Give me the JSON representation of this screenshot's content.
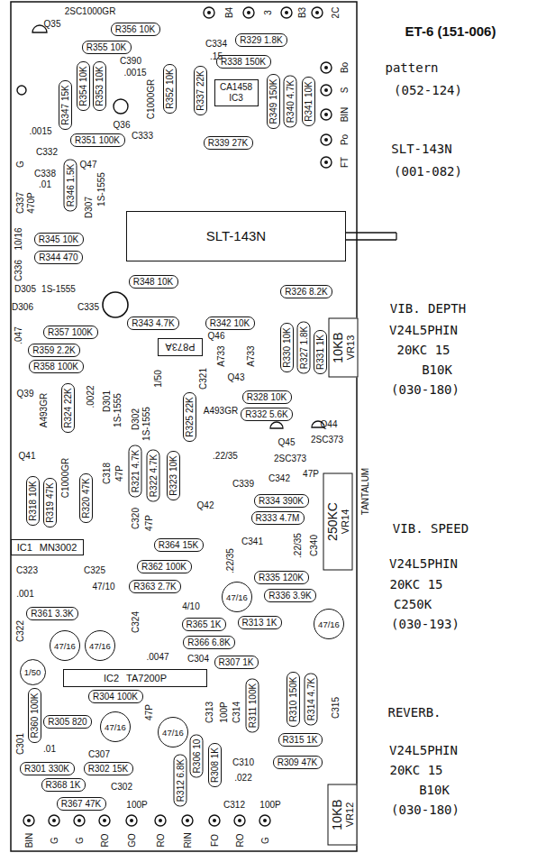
{
  "diagram": {
    "title": "ET-6 (151-006)",
    "nodes": [
      {
        "text": [
          "R356 10K"
        ]
      },
      {
        "text": [
          "R355 10K"
        ]
      },
      {
        "text": [
          "R329 1.8K"
        ]
      },
      {
        "text": [
          "R338 150K"
        ]
      },
      {
        "text": [
          "R354 10K"
        ]
      },
      {
        "text": [
          "R353 10K"
        ]
      },
      {
        "text": [
          "R352 10K"
        ]
      },
      {
        "text": [
          "R337 22K"
        ]
      },
      {
        "text": [
          "CA1458",
          "IC3"
        ]
      },
      {
        "text": [
          "R349 150K"
        ]
      },
      {
        "text": [
          "R340 4.7K"
        ]
      },
      {
        "text": [
          "R341 10K"
        ]
      },
      {
        "text": [
          "R347 15K"
        ]
      },
      {
        "text": [
          "R351 100K"
        ]
      },
      {
        "text": [
          "R339 27K"
        ]
      },
      {
        "text": [
          "R346 1.5K"
        ]
      },
      {
        "text": [
          "SLT-143N"
        ]
      },
      {
        "text": [
          "R345 10K"
        ]
      },
      {
        "text": [
          "R344 470"
        ]
      },
      {
        "text": [
          "R348 10K"
        ]
      },
      {
        "text": [
          "R326 8.2K"
        ]
      },
      {
        "text": [
          "R343 4.7K"
        ]
      },
      {
        "text": [
          "R342 10K"
        ]
      },
      {
        "text": [
          "R357 100K"
        ]
      },
      {
        "text": [
          "P873A"
        ]
      },
      {
        "text": [
          "R359 2.2K"
        ]
      },
      {
        "text": [
          "R330 10K"
        ]
      },
      {
        "text": [
          "R327 1.8K"
        ]
      },
      {
        "text": [
          "R331 1K"
        ]
      },
      {
        "text": [
          "10KB",
          "VR13"
        ]
      },
      {
        "text": [
          "R358 100K"
        ]
      },
      {
        "text": [
          "R328 10K"
        ]
      },
      {
        "text": [
          "R332 5.6K"
        ]
      },
      {
        "text": [
          "R324 22K"
        ]
      },
      {
        "text": [
          "R325 22K"
        ]
      },
      {
        "text": [
          "R321 4.7K"
        ]
      },
      {
        "text": [
          "R322 4.7K"
        ]
      },
      {
        "text": [
          "R323 10K"
        ]
      },
      {
        "text": [
          "R318 10K"
        ]
      },
      {
        "text": [
          "R319 47K"
        ]
      },
      {
        "text": [
          "R320 47K"
        ]
      },
      {
        "text": [
          "R334 390K"
        ]
      },
      {
        "text": [
          "R333 4.7M"
        ]
      },
      {
        "text": [
          "250KC",
          "VR14"
        ]
      },
      {
        "text": [
          "IC1",
          "MN3002"
        ]
      },
      {
        "text": [
          "R364 15K"
        ]
      },
      {
        "text": [
          "R362 100K"
        ]
      },
      {
        "text": [
          "R335 120K"
        ]
      },
      {
        "text": [
          "R363 2.7K"
        ]
      },
      {
        "text": [
          "R336 3.9K"
        ]
      },
      {
        "text": [
          "R361 3.3K"
        ]
      },
      {
        "text": [
          "R365 1K"
        ]
      },
      {
        "text": [
          "R313 1K"
        ]
      },
      {
        "text": [
          "R366 6.8K"
        ]
      },
      {
        "text": [
          "R307 1K"
        ]
      },
      {
        "text": [
          "IC2",
          "TA7200P"
        ]
      },
      {
        "text": [
          "R304 100K"
        ]
      },
      {
        "text": [
          "R311 100K"
        ]
      },
      {
        "text": [
          "R310 150K"
        ]
      },
      {
        "text": [
          "R314 4.7K"
        ]
      },
      {
        "text": [
          "R360 100K"
        ]
      },
      {
        "text": [
          "R305 820"
        ]
      },
      {
        "text": [
          "R315 1K"
        ]
      },
      {
        "text": [
          "R306 10"
        ]
      },
      {
        "text": [
          "R308 1K"
        ]
      },
      {
        "text": [
          "R309 47K"
        ]
      },
      {
        "text": [
          "R301 330K"
        ]
      },
      {
        "text": [
          "R302 15K"
        ]
      },
      {
        "text": [
          "R312 6.8K"
        ]
      },
      {
        "text": [
          "R368 1K"
        ]
      },
      {
        "text": [
          "R367 47K"
        ]
      },
      {
        "text": [
          "10KB",
          "VR12"
        ]
      },
      {
        "text": [
          "47/16"
        ]
      },
      {
        "text": [
          "47/16"
        ]
      },
      {
        "text": [
          "47/16"
        ]
      },
      {
        "text": [
          "47/16"
        ]
      },
      {
        "text": [
          "47/16"
        ]
      },
      {
        "text": [
          "47/16"
        ]
      },
      {
        "text": [
          "1/50"
        ]
      }
    ],
    "labels": [
      "Q35",
      "2SC1000GR",
      "B4",
      "3",
      "B3",
      "2C",
      "C334",
      ".15",
      "C390",
      ".0015",
      "C1000GR",
      "Q36",
      "C333",
      ".0015",
      "C332",
      "G",
      "C337",
      "470P",
      "C338",
      ".01",
      "Q47",
      "D307",
      "1S-1555",
      "10/16",
      "C336",
      "D305",
      "1S-1555",
      "D306",
      ".047",
      "C335",
      "Q39",
      "A493GR",
      ".0022",
      "D301",
      "1S-1555",
      "D302",
      "1S-1555",
      "1/50",
      "C321",
      "Q46",
      "A733",
      "Q43",
      "A733",
      "A493GR",
      "Q45",
      "2SC373",
      "Q44",
      "2SC373",
      "C342",
      "47P",
      "C318",
      "47P",
      "C320",
      "47P",
      "Q41",
      "C1000GR",
      "Q42",
      "C339",
      ".22/35",
      "C340",
      ".22/35",
      "C341",
      ".22/35",
      "TANTALUM",
      "C325",
      "47/10",
      "C323",
      ".001",
      "C324",
      "4/10",
      ".0047",
      "C304",
      "C322",
      "C301",
      ".01",
      "C307",
      "47P",
      "C313",
      "100P",
      "C314",
      "C315",
      "C310",
      ".022",
      "C312",
      "100P",
      "C302",
      "100P",
      "BIN",
      "G",
      "G",
      "RO",
      "GO",
      "RO",
      "RIN",
      "FO",
      "RO",
      "G",
      "Bo",
      "S",
      "BIN",
      "Po",
      "FT",
      "pattern",
      "(052-124)",
      "SLT-143N",
      "(001-082)",
      "VIB. DEPTH",
      "V24L5PHIN",
      "20KC  15",
      "B10K",
      "(030-180)",
      "VIB. SPEED",
      "V24L5PHIN",
      "20KC 15",
      "C250K",
      "(030-193)",
      "REVERB.",
      "V24L5PHIN",
      "20KC 15",
      "B10K",
      "(030-180)"
    ]
  }
}
